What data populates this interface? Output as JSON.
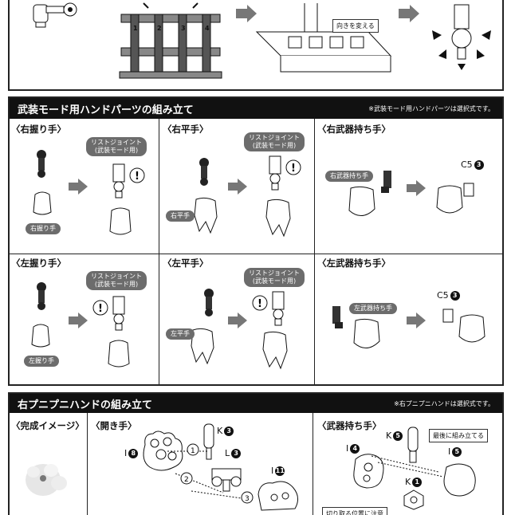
{
  "top": {
    "note": "向きを変える"
  },
  "section1": {
    "title": "武装モード用ハンドパーツの組み立て",
    "note": "※武装モード用ハンドパーツは選択式です。",
    "cells": [
      {
        "label": "〈右握り手〉",
        "hand_tag": "右握り手",
        "joint_tag": "リストジョイント\n(武装モード用)"
      },
      {
        "label": "〈右平手〉",
        "hand_tag": "右平手",
        "joint_tag": "リストジョイント\n(武装モード用)"
      },
      {
        "label": "〈右武器持ち手〉",
        "hand_tag": "右武器持ち手",
        "part_code": "C5",
        "part_num": "3"
      },
      {
        "label": "〈左握り手〉",
        "hand_tag": "左握り手",
        "joint_tag": "リストジョイント\n(武装モード用)"
      },
      {
        "label": "〈左平手〉",
        "hand_tag": "左平手",
        "joint_tag": "リストジョイント\n(武装モード用)"
      },
      {
        "label": "〈左武器持ち手〉",
        "hand_tag": "左武器持ち手",
        "part_code": "C5",
        "part_num": "3"
      }
    ]
  },
  "section2": {
    "title": "右プニプニハンドの組み立て",
    "note": "※右プニプニハンドは選択式です。",
    "cells": [
      {
        "label": "〈完成イメージ〉"
      },
      {
        "label": "〈開き手〉",
        "parts": [
          {
            "code": "K",
            "num": "3"
          },
          {
            "code": "L",
            "num": "3"
          },
          {
            "code": "I",
            "num": "8"
          },
          {
            "code": "I",
            "num": "11"
          }
        ],
        "steps": [
          "1",
          "2",
          "3"
        ]
      },
      {
        "label": "〈武器持ち手〉",
        "parts": [
          {
            "code": "K",
            "num": "5"
          },
          {
            "code": "I",
            "num": "4"
          },
          {
            "code": "I",
            "num": "5"
          },
          {
            "code": "K",
            "num": "1"
          }
        ],
        "note_last": "最後に組み立てる",
        "note_cut": "切り取る位置に注意"
      }
    ]
  }
}
